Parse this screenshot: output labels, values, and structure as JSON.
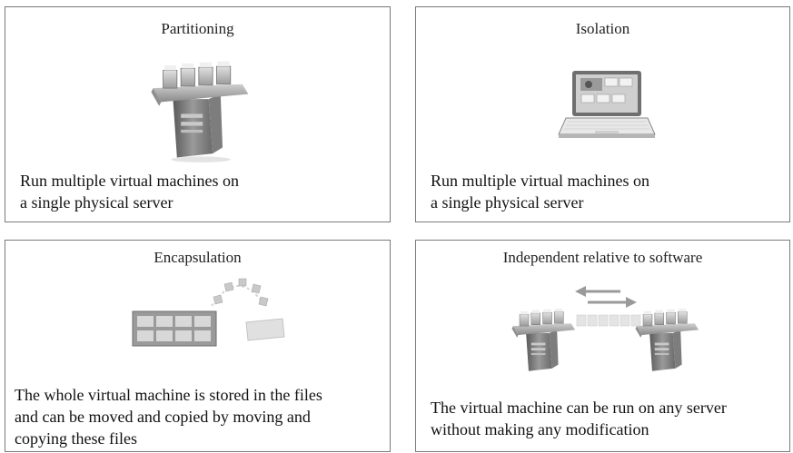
{
  "panels": [
    {
      "title": "Partitioning",
      "caption_lines": [
        "Run multiple virtual machines on",
        "a single physical server"
      ],
      "icon": "server-with-virtual-machines-icon"
    },
    {
      "title": "Isolation",
      "caption_lines": [
        "Run multiple virtual machines on",
        "a single physical server"
      ],
      "icon": "laptop-icon"
    },
    {
      "title": "Encapsulation",
      "caption_lines": [
        "The whole virtual machine is stored in the files",
        "and can be moved and copied by moving and",
        "copying these files"
      ],
      "icon": "file-transfer-icon"
    },
    {
      "title": "Independent relative to software",
      "caption_lines": [
        "The virtual machine can be run on any server",
        "without making any modification"
      ],
      "icon": "server-migration-icon"
    }
  ]
}
